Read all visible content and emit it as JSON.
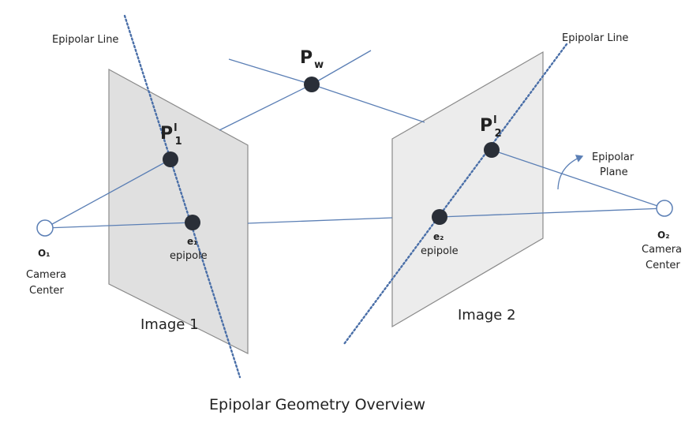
{
  "title": "Epipolar Geometry Overview",
  "colors": {
    "line": "#5b7fb5",
    "plane_fill": "#e0e0e0",
    "plane_stroke": "#888888",
    "point": "#2a2f38",
    "text": "#222222"
  },
  "labels": {
    "epipolar_line_left": "Epipolar Line",
    "epipolar_line_right": "Epipolar Line",
    "pw_main": "P",
    "pw_sub": "w",
    "p1_main": "P",
    "p1_sup": "l",
    "p1_sub": "1",
    "p2_main": "P",
    "p2_sup": "l",
    "p2_sub": "2",
    "e1": "e₁",
    "e1_caption": "epipole",
    "e2": "e₂",
    "e2_caption": "epipole",
    "o1": "O₁",
    "o1_line1": "Camera",
    "o1_line2": "Center",
    "o2": "O₂",
    "o2_line1": "Camera",
    "o2_line2": "Center",
    "image1": "Image 1",
    "image2": "Image 2",
    "epipolar_plane_line1": "Epipolar",
    "epipolar_plane_line2": "Plane"
  }
}
